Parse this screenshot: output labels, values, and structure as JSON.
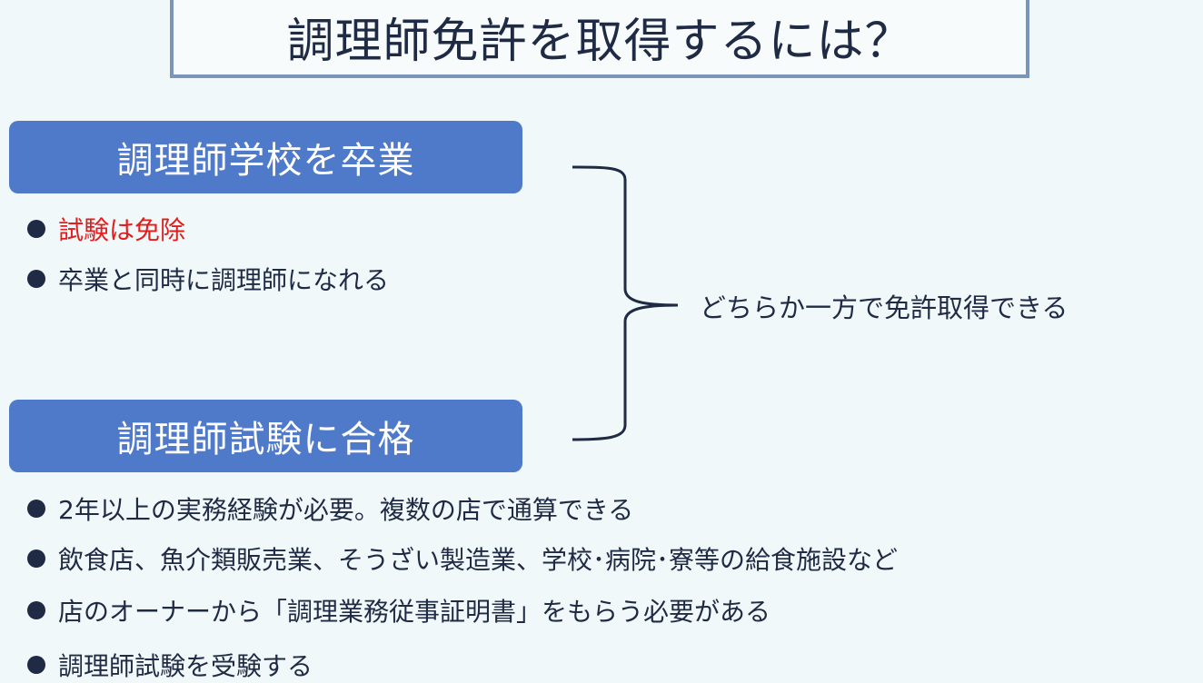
{
  "title": "調理師免許を取得するには？",
  "school": {
    "heading": "調理師学校を卒業",
    "bullets": [
      "試験は免除",
      "卒業と同時に調理師になれる"
    ]
  },
  "exam": {
    "heading": "調理師試験に合格",
    "bullets": [
      "2年以上の実務経験が必要。複数の店で通算できる",
      "飲食店、魚介類販売業、そうざい製造業、学校･病院･寮等の給食施設など",
      "店のオーナーから「調理業務従事証明書」をもらう必要がある",
      "調理師試験を受験する"
    ]
  },
  "brace_label": "どちらか一方で免許取得できる",
  "colors": {
    "background": "#f1f8f9",
    "pill": "#4f79c9",
    "title_border": "#7b95b8",
    "text": "#1f2a44",
    "highlight": "#e11d1d"
  }
}
